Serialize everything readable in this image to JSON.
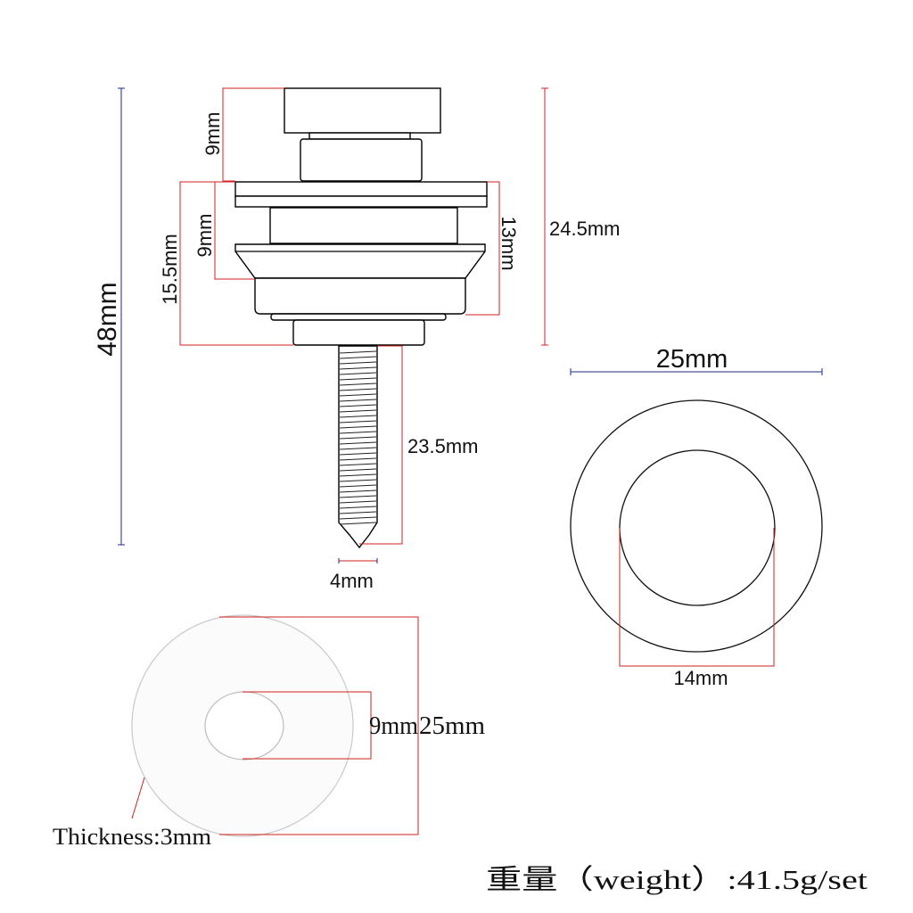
{
  "dimensions": {
    "total_height": "48mm",
    "cap_height": "9mm",
    "body_height": "15.5mm",
    "flange_height": "9mm",
    "collar_height": "13mm",
    "head_height": "24.5mm",
    "screw_length": "23.5mm",
    "screw_diameter": "4mm",
    "outer_diameter": "25mm",
    "inner_diameter": "14mm",
    "washer_hole": "9mm",
    "washer_outer": "25mm"
  },
  "washer_thickness": "Thickness:3mm",
  "weight": "重量（weight）:41.5g/set",
  "colors": {
    "dimension_line": "#d02020",
    "axis_line": "#1c2a8c",
    "outline": "#000000"
  }
}
